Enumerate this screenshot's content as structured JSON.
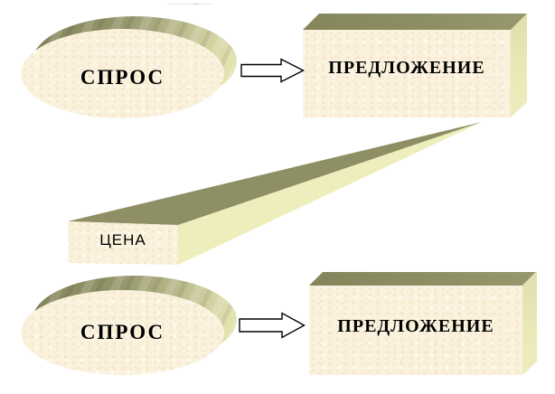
{
  "diagram": {
    "top_row": {
      "demand": "СПРОС",
      "supply": "ПРЕДЛОЖЕНИЕ"
    },
    "middle": {
      "price": "ЦЕНА"
    },
    "bottom_row": {
      "demand": "СПРОС",
      "supply": "ПРЕДЛОЖЕНИЕ"
    },
    "icons": {
      "top_arrow": "right-block-arrow",
      "bottom_arrow": "right-block-arrow"
    },
    "colors": {
      "background": "#ffffff",
      "shape_fill_cream": "#faf2dd",
      "extrusion_olive": "#8f8f66",
      "extrusion_pale": "#e9e9b8",
      "wedge_bottom_pale": "#eeeebc",
      "rim_light": "#e2e2b0",
      "arrow_fill": "#ffffff",
      "arrow_stroke": "#000000",
      "label_color": "#000000"
    }
  }
}
